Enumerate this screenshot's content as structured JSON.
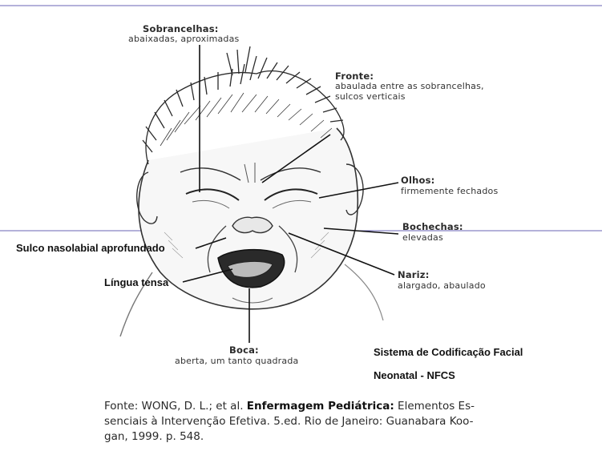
{
  "labels": {
    "sobrancelhas": {
      "title": "Sobrancelhas:",
      "desc": "abaixadas, aproximadas"
    },
    "fronte": {
      "title": "Fronte:",
      "desc1": "abaulada entre as sobrancelhas,",
      "desc2": "sulcos verticais"
    },
    "olhos": {
      "title": "Olhos:",
      "desc": "firmemente fechados"
    },
    "bochechas": {
      "title": "Bochechas:",
      "desc": "elevadas"
    },
    "sulco": "Sulco nasolabial aprofundado",
    "lingua": "Língua tensa",
    "nariz": {
      "title": "Nariz:",
      "desc": "alargado, abaulado"
    },
    "boca": {
      "title": "Boca:",
      "desc": "aberta, um tanto quadrada"
    }
  },
  "system": {
    "line1": "Sistema de Codificação Facial",
    "line2": "Neonatal - NFCS"
  },
  "source": {
    "prefix": "Fonte: WONG, D. L.; et al. ",
    "title": "Enfermagem Pediátrica:",
    "rest1": " Elementos Es-",
    "line2": "senciais à Intervenção Efetiva. 5.ed. Rio de Janeiro: Guanabara Koo-",
    "line3": "gan, 1999. p. 548."
  },
  "colors": {
    "guide_line": "#6a63b5",
    "ink": "#1e1e1e",
    "skin": "#f7f7f7"
  }
}
